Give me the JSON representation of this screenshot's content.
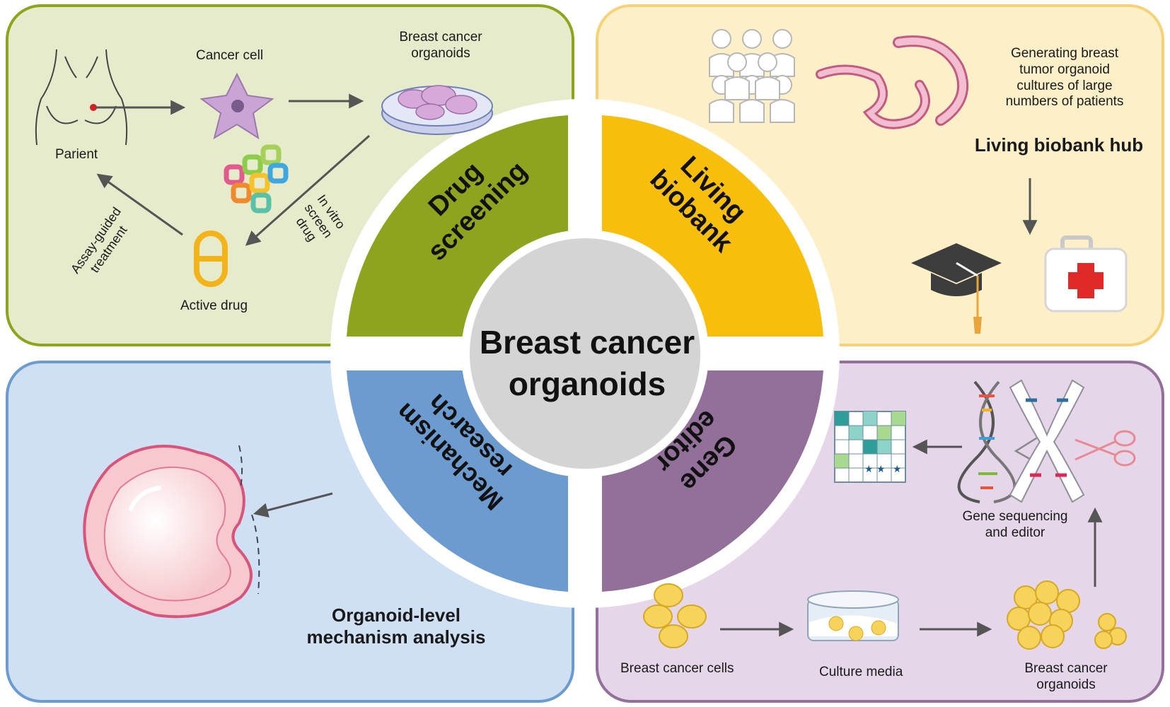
{
  "center": {
    "line1": "Breast cancer",
    "line2": "organoids"
  },
  "sectors": {
    "drug_screening": {
      "line1": "Drug",
      "line2": "screening",
      "color": "#8fa41e"
    },
    "living_biobank": {
      "line1": "Living",
      "line2": "biobank",
      "color": "#f7be0c"
    },
    "mechanism_research": {
      "line1": "Mechanism",
      "line2": "research",
      "color": "#6b9bcf"
    },
    "gene_editor": {
      "line1": "Gene",
      "line2": "editor",
      "color": "#93709a"
    }
  },
  "panels": {
    "drug": {
      "patient": "Parient",
      "cancer_cell": "Cancer cell",
      "organoids_1": "Breast cancer",
      "organoids_2": "organoids",
      "active_drug": "Active drug",
      "in_vitro_1": "In vitro",
      "in_vitro_2": "screen",
      "in_vitro_3": "drug",
      "assay_1": "Assay-guided",
      "assay_2": "treatment",
      "bg": "#e6eccb"
    },
    "biobank": {
      "desc_1": "Generating breast",
      "desc_2": "tumor organoid",
      "desc_3": "cultures of large",
      "desc_4": "numbers of patients",
      "hub": "Living biobank hub",
      "bg": "#fdefc7"
    },
    "mechanism": {
      "title_1": "Organoid-level",
      "title_2": "mechanism analysis",
      "bg": "#cfe0f4"
    },
    "gene": {
      "sequencing_1": "Gene sequencing",
      "sequencing_2": "and editor",
      "cells": "Breast cancer cells",
      "media": "Culture media",
      "organoids_1": "Breast cancer",
      "organoids_2": "organoids",
      "bg": "#e5d7e9"
    }
  }
}
